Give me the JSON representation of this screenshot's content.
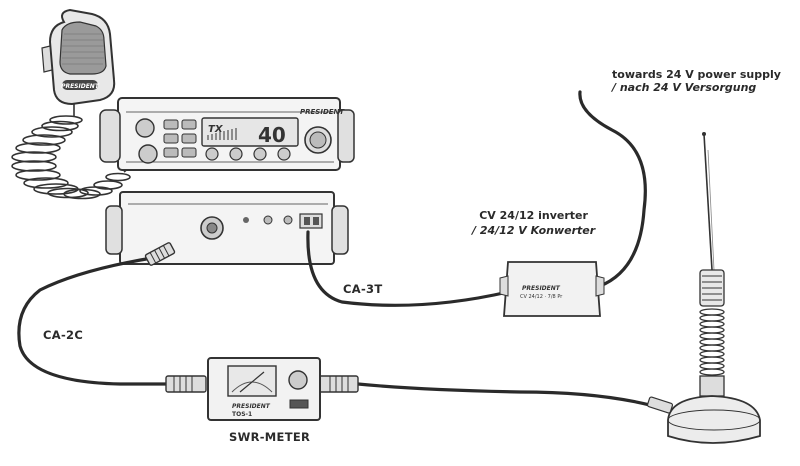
{
  "labels": {
    "power_supply_line1": "towards 24 V power supply",
    "power_supply_line2": "/ nach 24 V Versorgung",
    "inverter_line1": "CV 24/12 inverter",
    "inverter_line2": "/ 24/12 V Konwerter",
    "cable_ca3t": "CA-3T",
    "cable_ca2c": "CA-2C",
    "swr_meter": "SWR-METER"
  },
  "devices": {
    "brand": "PRESIDENT",
    "radio_display_tx": "TX",
    "radio_display_channel": "40",
    "swr_model": "TOS-1",
    "inverter_model": "CV 24/12 · 7/8 Pr"
  },
  "colors": {
    "ink": "#2a2a2a",
    "background": "#ffffff"
  }
}
